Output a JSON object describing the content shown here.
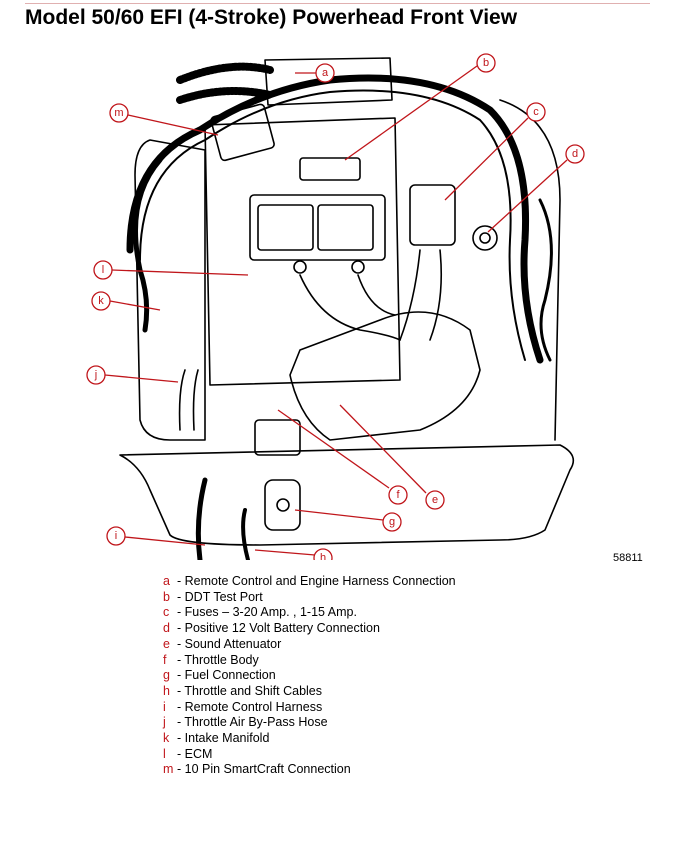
{
  "title": "Model 50/60 EFI (4-Stroke) Powerhead Front View",
  "figure_number": "58811",
  "accent_color": "#c0161b",
  "callouts": [
    {
      "key": "a",
      "label": "Remote Control and Engine Harness Connection"
    },
    {
      "key": "b",
      "label": "DDT Test Port"
    },
    {
      "key": "c",
      "label": "Fuses – 3-20 Amp. , 1-15 Amp."
    },
    {
      "key": "d",
      "label": "Positive 12 Volt Battery Connection"
    },
    {
      "key": "e",
      "label": "Sound Attenuator"
    },
    {
      "key": "f",
      "label": "Throttle Body"
    },
    {
      "key": "g",
      "label": "Fuel Connection"
    },
    {
      "key": "h",
      "label": "Throttle and Shift Cables"
    },
    {
      "key": "i",
      "label": "Remote Control Harness"
    },
    {
      "key": "j",
      "label": "Throttle Air By-Pass Hose"
    },
    {
      "key": "k",
      "label": "Intake Manifold"
    },
    {
      "key": "l",
      "label": "ECM"
    },
    {
      "key": "m",
      "label": "10 Pin SmartCraft Connection"
    }
  ]
}
